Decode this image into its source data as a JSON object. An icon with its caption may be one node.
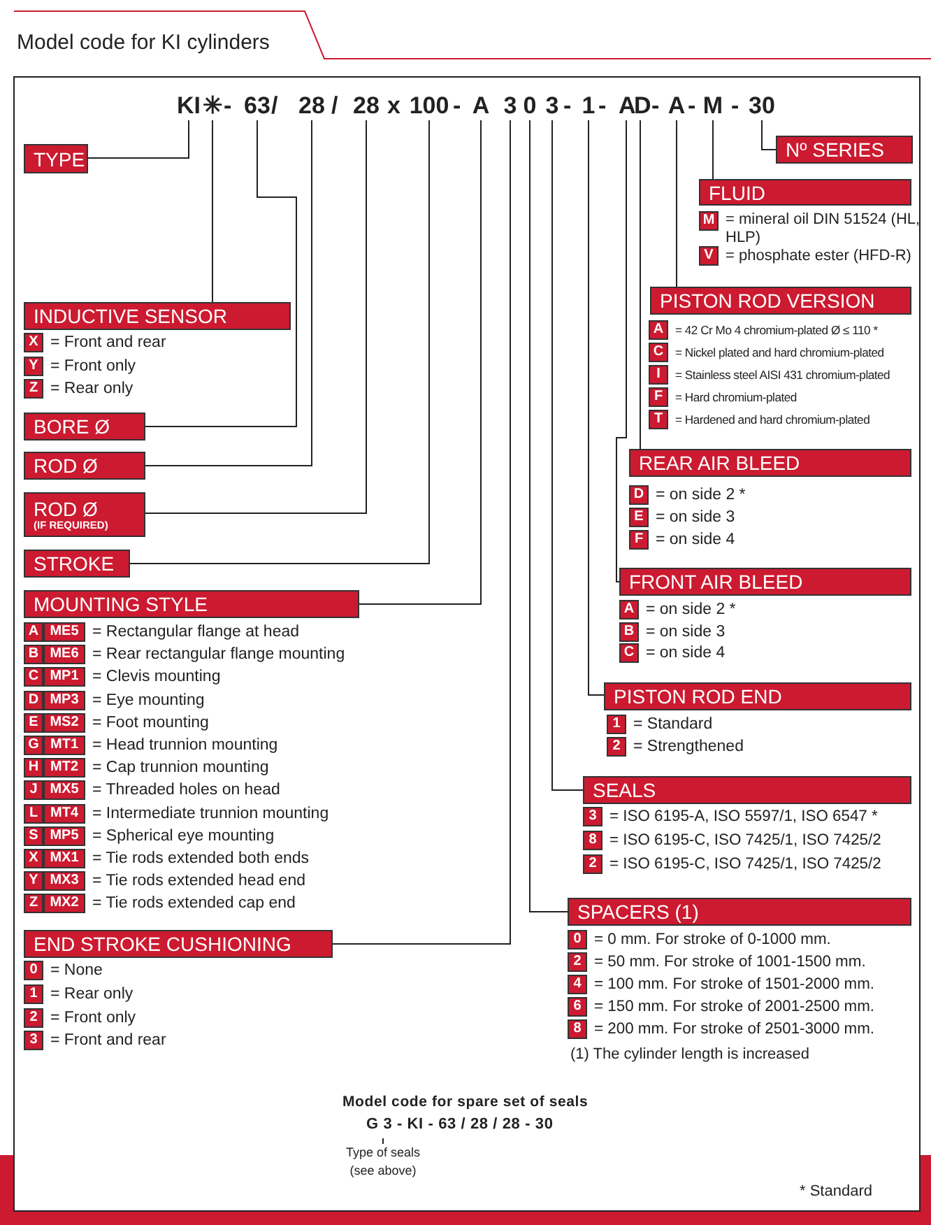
{
  "diagram": {
    "title": "Model code for KI cylinders",
    "nodes": [
      {
        "text": [
          "KI"
        ]
      },
      {
        "text": [
          "✳"
        ]
      },
      {
        "text": [
          "63"
        ]
      },
      {
        "text": [
          "28"
        ]
      },
      {
        "text": [
          "28"
        ]
      },
      {
        "text": [
          "100"
        ]
      },
      {
        "text": [
          "A"
        ]
      },
      {
        "text": [
          "3"
        ]
      },
      {
        "text": [
          "0"
        ]
      },
      {
        "text": [
          "3"
        ]
      },
      {
        "text": [
          "1"
        ]
      },
      {
        "text": [
          "A"
        ]
      },
      {
        "text": [
          "D"
        ]
      },
      {
        "text": [
          "A"
        ]
      },
      {
        "text": [
          "M"
        ]
      },
      {
        "text": [
          "30"
        ]
      },
      {
        "text": [
          "TYPE"
        ]
      },
      {
        "text": [
          "Nº SERIES"
        ]
      },
      {
        "text": [
          "FLUID"
        ]
      },
      {
        "text": [
          "M"
        ],
        "beside": [
          "= mineral oil DIN 51524 (HL, HLP)"
        ]
      },
      {
        "text": [
          "V"
        ],
        "beside": [
          "= phosphate ester (HFD-R)"
        ]
      },
      {
        "text": [
          "PISTON ROD VERSION"
        ]
      },
      {
        "text": [
          "A"
        ],
        "beside": [
          "= 42 Cr Mo 4 chromium-plated Ø ≤ 110 *"
        ]
      },
      {
        "text": [
          "C"
        ],
        "beside": [
          "= Nickel plated and hard chromium-plated"
        ]
      },
      {
        "text": [
          "I"
        ],
        "beside": [
          "= Stainless steel AISI 431 chromium-plated"
        ]
      },
      {
        "text": [
          "F"
        ],
        "beside": [
          "= Hard chromium-plated"
        ]
      },
      {
        "text": [
          "T"
        ],
        "beside": [
          "= Hardened and hard chromium-plated"
        ]
      },
      {
        "text": [
          "INDUCTIVE SENSOR"
        ]
      },
      {
        "text": [
          "X"
        ],
        "beside": [
          "= Front and rear"
        ]
      },
      {
        "text": [
          "Y"
        ],
        "beside": [
          "= Front only"
        ]
      },
      {
        "text": [
          "Z"
        ],
        "beside": [
          "= Rear only"
        ]
      },
      {
        "text": [
          "BORE Ø"
        ]
      },
      {
        "text": [
          "ROD Ø"
        ]
      },
      {
        "text": [
          "ROD Ø",
          "(IF REQUIRED)"
        ]
      },
      {
        "text": [
          "REAR AIR BLEED"
        ]
      },
      {
        "text": [
          "D"
        ],
        "beside": [
          "= on side 2 *"
        ]
      },
      {
        "text": [
          "E"
        ],
        "beside": [
          "= on side 3"
        ]
      },
      {
        "text": [
          "F"
        ],
        "beside": [
          "= on side 4"
        ]
      },
      {
        "text": [
          "STROKE"
        ]
      },
      {
        "text": [
          "MOUNTING STYLE"
        ]
      },
      {
        "text": [
          "A"
        ]
      },
      {
        "text": [
          "ME5"
        ],
        "beside": [
          "= Rectangular flange at head"
        ]
      },
      {
        "text": [
          "B"
        ]
      },
      {
        "text": [
          "ME6"
        ],
        "beside": [
          "= Rear rectangular flange mounting"
        ]
      },
      {
        "text": [
          "C"
        ]
      },
      {
        "text": [
          "MP1"
        ],
        "beside": [
          "= Clevis mounting"
        ]
      },
      {
        "text": [
          "D"
        ]
      },
      {
        "text": [
          "MP3"
        ],
        "beside": [
          "= Eye mounting"
        ]
      },
      {
        "text": [
          "E"
        ]
      },
      {
        "text": [
          "MS2"
        ],
        "beside": [
          "= Foot mounting"
        ]
      },
      {
        "text": [
          "G"
        ]
      },
      {
        "text": [
          "MT1"
        ],
        "beside": [
          "= Head trunnion mounting"
        ]
      },
      {
        "text": [
          "H"
        ]
      },
      {
        "text": [
          "MT2"
        ],
        "beside": [
          "= Cap trunnion mounting"
        ]
      },
      {
        "text": [
          "J"
        ]
      },
      {
        "text": [
          "MX5"
        ],
        "beside": [
          "= Threaded holes on head"
        ]
      },
      {
        "text": [
          "L"
        ]
      },
      {
        "text": [
          "MT4"
        ],
        "beside": [
          "= Intermediate trunnion mounting"
        ]
      },
      {
        "text": [
          "S"
        ]
      },
      {
        "text": [
          "MP5"
        ],
        "beside": [
          "= Spherical eye mounting"
        ]
      },
      {
        "text": [
          "X"
        ]
      },
      {
        "text": [
          "MX1"
        ],
        "beside": [
          "= Tie rods extended both ends"
        ]
      },
      {
        "text": [
          "Y"
        ]
      },
      {
        "text": [
          "MX3"
        ],
        "beside": [
          "= Tie rods extended head end"
        ]
      },
      {
        "text": [
          "Z"
        ]
      },
      {
        "text": [
          "MX2"
        ],
        "beside": [
          "= Tie rods extended cap end"
        ]
      },
      {
        "text": [
          "FRONT AIR BLEED"
        ]
      },
      {
        "text": [
          "A"
        ],
        "beside": [
          "= on side 2 *"
        ]
      },
      {
        "text": [
          "B"
        ],
        "beside": [
          "= on side 3"
        ]
      },
      {
        "text": [
          "C"
        ],
        "beside": [
          "= on side 4"
        ]
      },
      {
        "text": [
          "PISTON ROD END"
        ]
      },
      {
        "text": [
          "1"
        ],
        "beside": [
          "= Standard"
        ]
      },
      {
        "text": [
          "2"
        ],
        "beside": [
          "= Strengthened"
        ]
      },
      {
        "text": [
          "SEALS"
        ]
      },
      {
        "text": [
          "3"
        ],
        "beside": [
          "= ISO 6195-A, ISO 5597/1, ISO 6547 *"
        ]
      },
      {
        "text": [
          "8"
        ],
        "beside": [
          "= ISO 6195-C, ISO 7425/1, ISO 7425/2"
        ]
      },
      {
        "text": [
          "2"
        ],
        "beside": [
          "= ISO 6195-C, ISO 7425/1, ISO 7425/2"
        ]
      },
      {
        "text": [
          "SPACERS (1)"
        ]
      },
      {
        "text": [
          "0"
        ],
        "beside": [
          "= 0 mm. For stroke of 0-1000 mm."
        ]
      },
      {
        "text": [
          "2"
        ],
        "beside": [
          "= 50 mm. For stroke of 1001-1500 mm."
        ]
      },
      {
        "text": [
          "4"
        ],
        "beside": [
          "= 100 mm. For stroke of 1501-2000 mm."
        ]
      },
      {
        "text": [
          "6"
        ],
        "beside": [
          "= 150 mm. For stroke of 2001-2500 mm."
        ]
      },
      {
        "text": [
          "8"
        ],
        "beside": [
          "= 200 mm. For stroke of 2501-3000 mm."
        ]
      },
      {
        "text": [
          "END STROKE CUSHIONING"
        ]
      },
      {
        "text": [
          "0"
        ],
        "beside": [
          "= None"
        ]
      },
      {
        "text": [
          "1"
        ],
        "beside": [
          "= Rear only"
        ]
      },
      {
        "text": [
          "2"
        ],
        "beside": [
          "= Front only"
        ]
      },
      {
        "text": [
          "3"
        ],
        "beside": [
          "= Front and rear"
        ]
      },
      {
        "text": [
          "G 3 - KI - 63 / 28 / 28 - 30"
        ]
      },
      {
        "text": [
          "Type of seals (see above)"
        ]
      }
    ],
    "edges": [
      {
        "from": 0,
        "to": 16,
        "arrow": "none"
      },
      {
        "from": 1,
        "to": 27,
        "arrow": "none"
      },
      {
        "from": 2,
        "to": 31,
        "arrow": "none"
      },
      {
        "from": 3,
        "to": 32,
        "arrow": "none"
      },
      {
        "from": 4,
        "to": 33,
        "arrow": "none"
      },
      {
        "from": 5,
        "to": 38,
        "arrow": "none"
      },
      {
        "from": 6,
        "to": 39,
        "arrow": "none"
      },
      {
        "from": 7,
        "to": 83,
        "arrow": "none"
      },
      {
        "from": 8,
        "to": 77,
        "arrow": "none"
      },
      {
        "from": 9,
        "to": 73,
        "arrow": "none"
      },
      {
        "from": 10,
        "to": 70,
        "arrow": "none"
      },
      {
        "from": 11,
        "to": 66,
        "arrow": "none"
      },
      {
        "from": 12,
        "to": 34,
        "arrow": "none"
      },
      {
        "from": 13,
        "to": 21,
        "arrow": "none"
      },
      {
        "from": 14,
        "to": 18,
        "arrow": "none"
      },
      {
        "from": 15,
        "to": 17,
        "arrow": "none"
      },
      {
        "from": 88,
        "to": 89,
        "arrow": "none"
      }
    ],
    "labels": [
      "-",
      "/",
      "/",
      "x",
      "-",
      "-",
      "-",
      "-",
      "-",
      "-",
      "(1) The cylinder length is increased",
      "Model code for spare set of seals",
      "* Standard"
    ]
  }
}
